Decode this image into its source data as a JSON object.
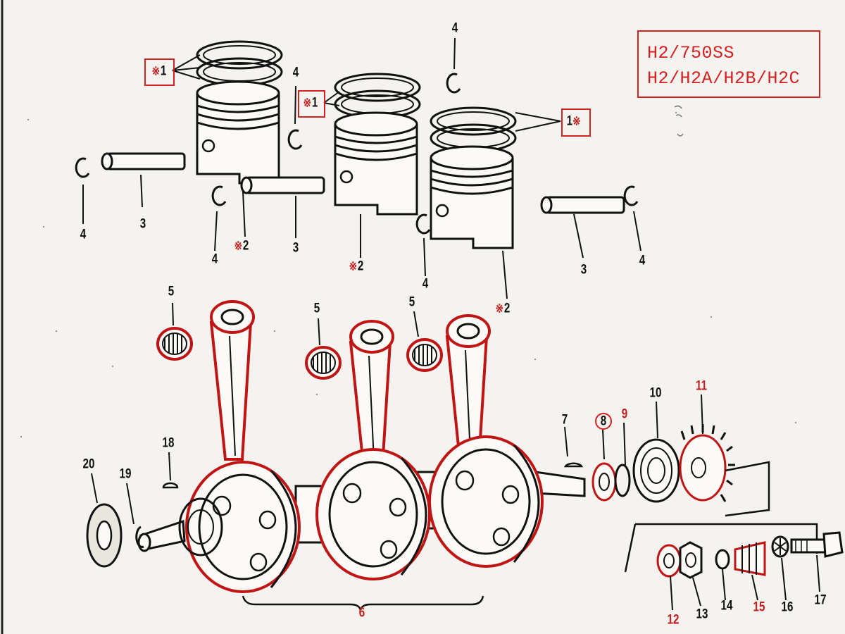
{
  "title_box": {
    "line1": "H2/750SS",
    "line2": "H2/H2A/H2B/H2C"
  },
  "mark": "※",
  "callouts": {
    "c1a": "1",
    "c1b": "1",
    "c1c": "1",
    "c2a": "2",
    "c2b": "2",
    "c2c": "2",
    "c3a": "3",
    "c3b": "3",
    "c3c": "3",
    "c4a": "4",
    "c4b": "4",
    "c4c": "4",
    "c4d": "4",
    "c4e": "4",
    "c4f": "4",
    "c5a": "5",
    "c5b": "5",
    "c5c": "5",
    "c6": "6",
    "c7": "7",
    "c8": "8",
    "c9": "9",
    "c10": "10",
    "c11": "11",
    "c12": "12",
    "c13": "13",
    "c14": "14",
    "c15": "15",
    "c16": "16",
    "c17": "17",
    "c18": "18",
    "c19": "19",
    "c20": "20"
  },
  "colors": {
    "highlight": "#d42020",
    "ink": "#111111",
    "paper": "#f4f3ef"
  }
}
